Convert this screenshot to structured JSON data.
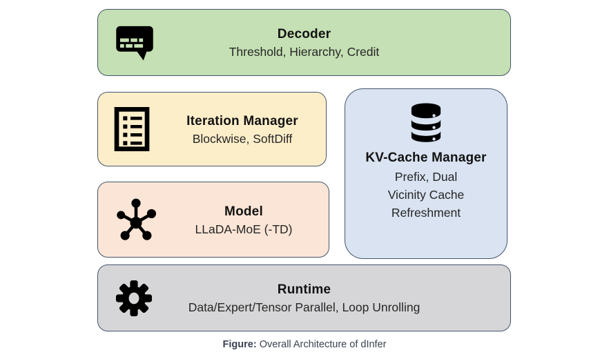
{
  "figure": {
    "caption_label": "Figure:",
    "caption_text": "Overall Architecture of dInfer"
  },
  "colors": {
    "decoder_bg": "#c5e0b4",
    "iteration_bg": "#fdeeca",
    "kv_cache_bg": "#d9e3f1",
    "model_bg": "#fbe5d6",
    "runtime_bg": "#d6d6d8",
    "box_border": "#44546a",
    "caption_text_color": "#3a4252"
  },
  "boxes": {
    "decoder": {
      "icon": "chat-message-icon",
      "title": "Decoder",
      "subtitle": "Threshold, Hierarchy, Credit"
    },
    "iteration_manager": {
      "icon": "checklist-icon",
      "title": "Iteration Manager",
      "subtitle": "Blockwise, SoftDiff"
    },
    "kv_cache_manager": {
      "icon": "database-icon",
      "title": "KV-Cache Manager",
      "subtitle_lines": [
        "Prefix, Dual",
        "Vicinity Cache",
        "Refreshment"
      ]
    },
    "model": {
      "icon": "network-icon",
      "title": "Model",
      "subtitle": "LLaDA-MoE (-TD)"
    },
    "runtime": {
      "icon": "gear-icon",
      "title": "Runtime",
      "subtitle": "Data/Expert/Tensor Parallel, Loop Unrolling"
    }
  }
}
